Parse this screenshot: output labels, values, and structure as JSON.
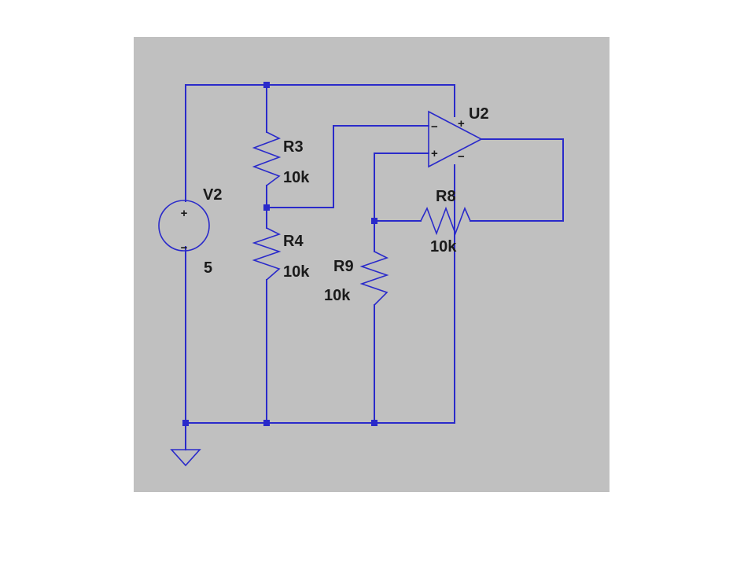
{
  "components": {
    "v2": {
      "name": "V2",
      "value": "5",
      "plus": "+",
      "minus": "−"
    },
    "r3": {
      "name": "R3",
      "value": "10k"
    },
    "r4": {
      "name": "R4",
      "value": "10k"
    },
    "r8": {
      "name": "R8",
      "value": "10k"
    },
    "r9": {
      "name": "R9",
      "value": "10k"
    },
    "u2": {
      "name": "U2",
      "pin_inv": "−",
      "pin_noninv": "+",
      "pin_vpos": "+",
      "pin_vneg": "−"
    }
  },
  "colors": {
    "wire": "#2a2aca",
    "sheet": "#c0c0c0",
    "label": "#1a1a1a"
  }
}
